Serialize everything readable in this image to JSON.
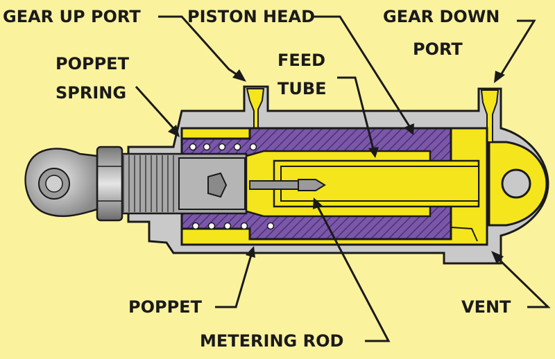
{
  "diagram": {
    "colors": {
      "background": "#fbf29e",
      "housing": "#c9c9c9",
      "fluid": "#f5e51c",
      "piston_hatch": "#7b57a8",
      "outline": "#1a1a1a"
    },
    "labels": {
      "gear_up_port": "GEAR UP PORT",
      "piston_head": "PISTON HEAD",
      "gear_down_port_line1": "GEAR DOWN",
      "gear_down_port_line2": "PORT",
      "poppet_spring_line1": "POPPET",
      "poppet_spring_line2": "SPRING",
      "feed_tube_line1": "FEED",
      "feed_tube_line2": "TUBE",
      "poppet": "POPPET",
      "vent": "VENT",
      "metering_rod": "METERING ROD"
    }
  }
}
